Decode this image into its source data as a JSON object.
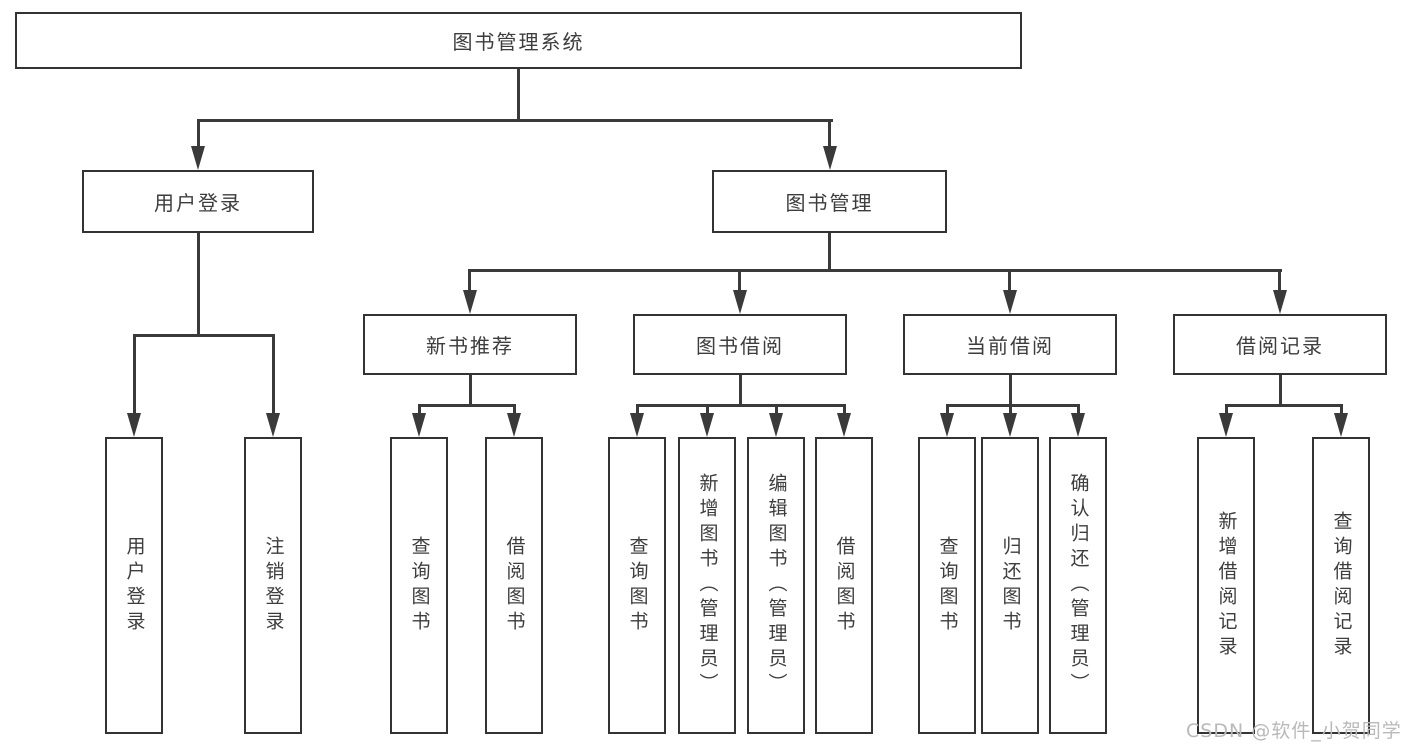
{
  "diagram": {
    "type": "hierarchy-flowchart",
    "colors": {
      "line": "#3a3a3a",
      "box_border": "#333333",
      "text": "#3d3d3d",
      "background": "#ffffff",
      "watermark": "#b9b9b9"
    },
    "watermark": "CSDN @软件_小贺同学",
    "nodes": {
      "root": {
        "label": "图书管理系统"
      },
      "user_login": {
        "label": "用户登录"
      },
      "book_mgmt": {
        "label": "图书管理"
      },
      "new_book_rec": {
        "label": "新书推荐"
      },
      "book_borrow": {
        "label": "图书借阅"
      },
      "current_borrow": {
        "label": "当前借阅"
      },
      "borrow_record": {
        "label": "借阅记录"
      },
      "leaf_user_login": {
        "label": "用户登录"
      },
      "leaf_logout": {
        "label": "注销登录"
      },
      "leaf_query_book_rec": {
        "label": "查询图书"
      },
      "leaf_borrow_book_rec": {
        "label": "借阅图书"
      },
      "leaf_query_book_borrow": {
        "label": "查询图书"
      },
      "leaf_add_book_admin": {
        "label": "新增图书（管理员）"
      },
      "leaf_edit_book_admin": {
        "label": "编辑图书（管理员）"
      },
      "leaf_borrow_book_borrow": {
        "label": "借阅图书"
      },
      "leaf_query_book_current": {
        "label": "查询图书"
      },
      "leaf_return_book": {
        "label": "归还图书"
      },
      "leaf_confirm_return_admin": {
        "label": "确认归还（管理员）"
      },
      "leaf_add_borrow_record": {
        "label": "新增借阅记录"
      },
      "leaf_query_borrow_record": {
        "label": "查询借阅记录"
      }
    },
    "edges": [
      [
        "root",
        "user_login"
      ],
      [
        "root",
        "book_mgmt"
      ],
      [
        "user_login",
        "leaf_user_login"
      ],
      [
        "user_login",
        "leaf_logout"
      ],
      [
        "book_mgmt",
        "new_book_rec"
      ],
      [
        "book_mgmt",
        "book_borrow"
      ],
      [
        "book_mgmt",
        "current_borrow"
      ],
      [
        "book_mgmt",
        "borrow_record"
      ],
      [
        "new_book_rec",
        "leaf_query_book_rec"
      ],
      [
        "new_book_rec",
        "leaf_borrow_book_rec"
      ],
      [
        "book_borrow",
        "leaf_query_book_borrow"
      ],
      [
        "book_borrow",
        "leaf_add_book_admin"
      ],
      [
        "book_borrow",
        "leaf_edit_book_admin"
      ],
      [
        "book_borrow",
        "leaf_borrow_book_borrow"
      ],
      [
        "current_borrow",
        "leaf_query_book_current"
      ],
      [
        "current_borrow",
        "leaf_return_book"
      ],
      [
        "current_borrow",
        "leaf_confirm_return_admin"
      ],
      [
        "borrow_record",
        "leaf_add_borrow_record"
      ],
      [
        "borrow_record",
        "leaf_query_borrow_record"
      ]
    ]
  }
}
